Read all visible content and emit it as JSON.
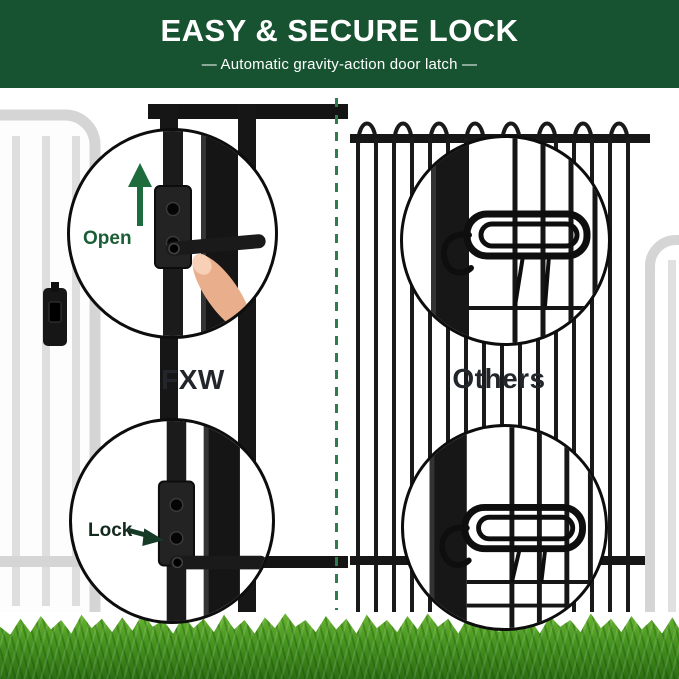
{
  "header": {
    "title": "EASY & SECURE LOCK",
    "subtitle": "—  Automatic gravity-action door latch  —",
    "bg_color": "#175331",
    "text_color": "#FFFFFF"
  },
  "comparison": {
    "left_label": "FXW",
    "right_label": "Others",
    "label_color": "#22262B",
    "divider_color": "#2F7D4F",
    "divider_style": "dashed-vertical"
  },
  "insets": {
    "open": {
      "label": "Open",
      "label_color": "#1B5E36",
      "arrow_icon": "up-arrow",
      "arrow_color": "#1E6B3D"
    },
    "lock": {
      "label": "Lock",
      "label_color": "#142A1E",
      "arrow_icon": "right-arrow",
      "arrow_color": "#153A26"
    }
  },
  "scene": {
    "grass_top_color": "#6AB832",
    "grass_bottom_color": "#2C6E12",
    "fence_dark_color": "#161616",
    "fence_light_color": "#D5D5D5"
  }
}
